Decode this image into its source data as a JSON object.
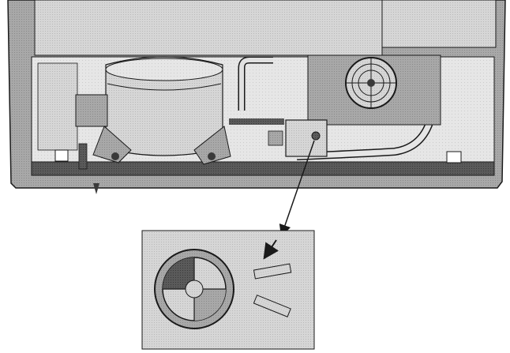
{
  "figure": {
    "description_visible_text": "",
    "colors": {
      "background": "#ffffff",
      "line": "#1a1a1a",
      "dark": "#3a3a3a",
      "mid": "#9a9a9a",
      "light": "#c9c9c9",
      "pale": "#e2e2e2"
    }
  },
  "parts": {
    "compressor": "compressor",
    "fan": "condenser-fan",
    "relay_box": "start-relay-box",
    "pipe": "refrigerant-pipe",
    "detail_callout": "detail-inset",
    "callout_arrow": "leader-arrow",
    "insert_arrow": "insertion-arrow"
  }
}
